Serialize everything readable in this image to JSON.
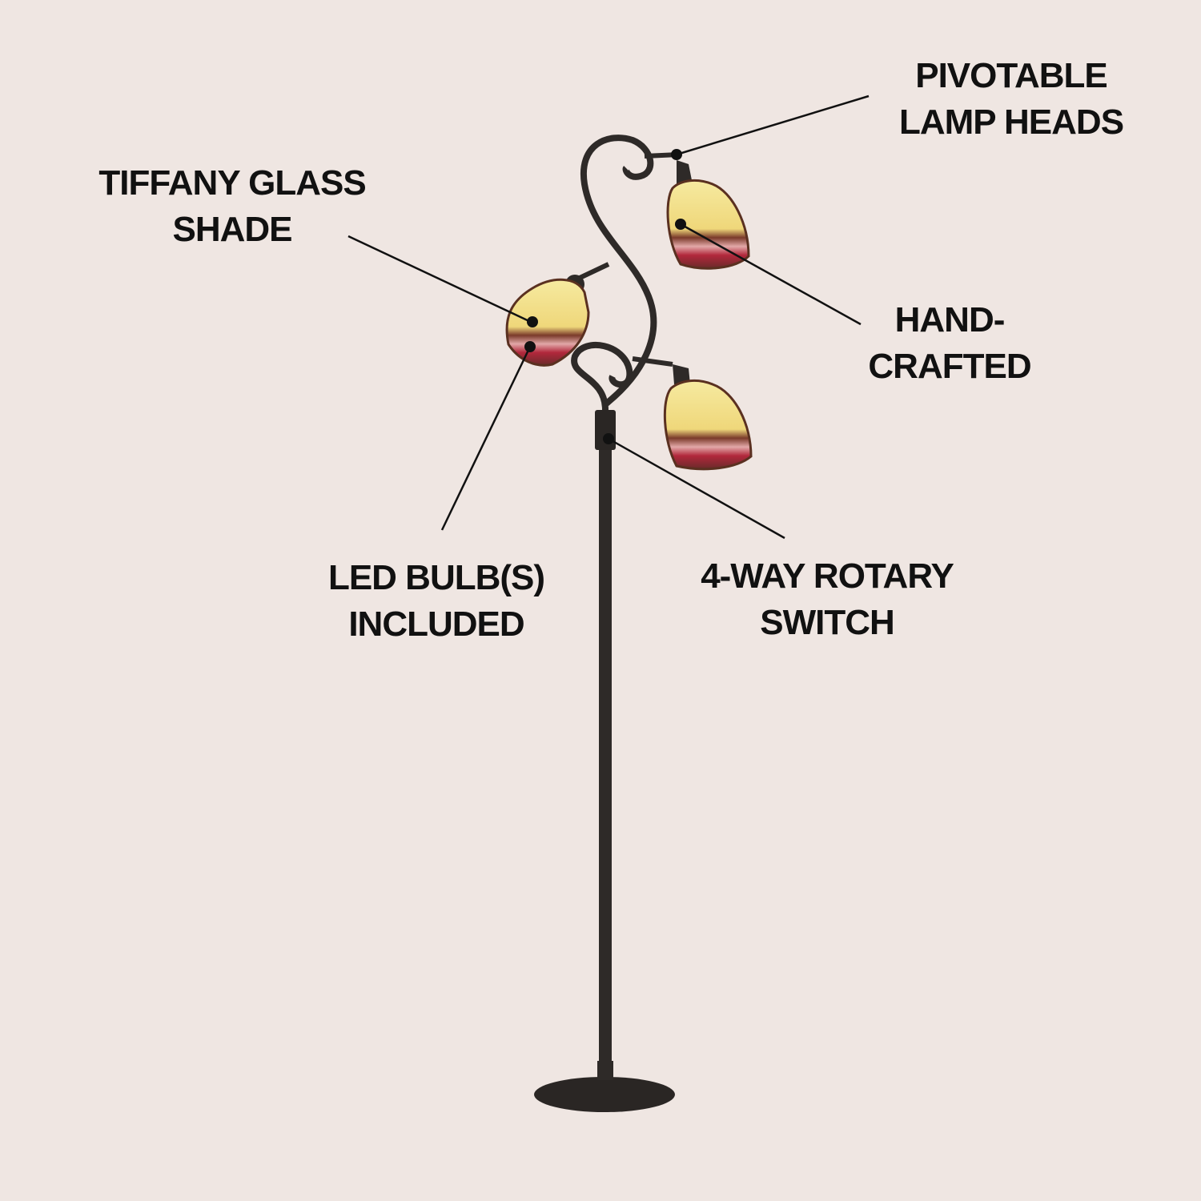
{
  "colors": {
    "background": "#efe6e2",
    "metal": "#2e2a28",
    "text": "#111111",
    "glass_light": "#f3e39a",
    "glass_red": "#a8283a"
  },
  "callouts": [
    {
      "lines": [
        "PIVOTABLE",
        "LAMP HEADS"
      ]
    },
    {
      "lines": [
        "TIFFANY GLASS",
        "SHADE"
      ]
    },
    {
      "lines": [
        "HAND-",
        "CRAFTED"
      ]
    },
    {
      "lines": [
        "LED BULB(S)",
        "INCLUDED"
      ]
    },
    {
      "lines": [
        "4-WAY ROTARY",
        "SWITCH"
      ]
    }
  ]
}
